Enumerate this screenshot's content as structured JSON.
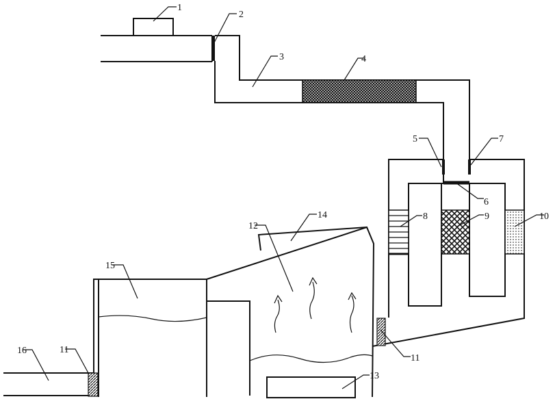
{
  "labels": {
    "n1": "1",
    "n2": "2",
    "n3": "3",
    "n4": "4",
    "n5": "5",
    "n6": "6",
    "n7": "7",
    "n8": "8",
    "n9": "9",
    "n10": "10",
    "n11a": "11",
    "n11b": "11",
    "n12": "12",
    "n13": "13",
    "n14": "14",
    "n15": "15",
    "n16": "16"
  }
}
